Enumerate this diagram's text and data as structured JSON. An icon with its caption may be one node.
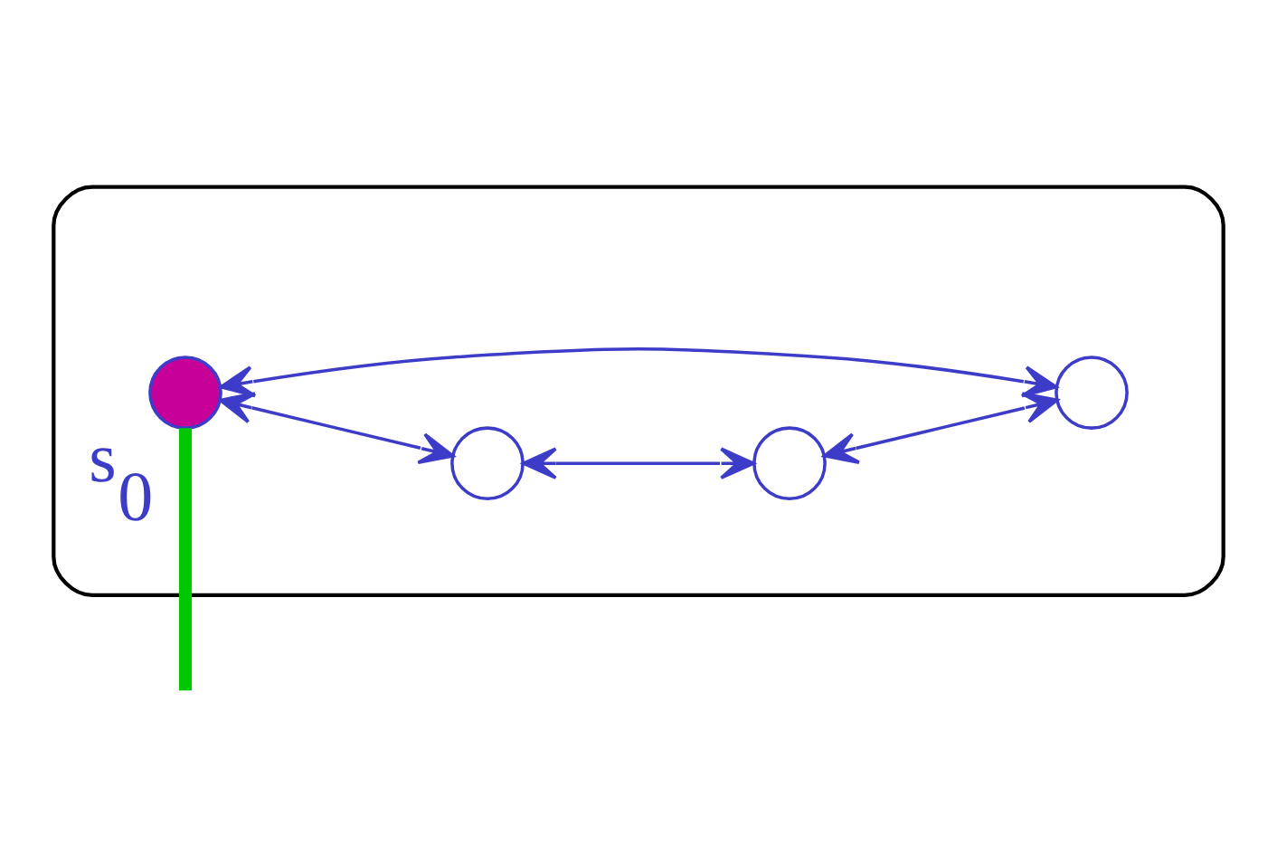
{
  "diagram": {
    "nodes": [
      {
        "text": [],
        "shape": "ellipse"
      },
      {
        "text": [],
        "shape": "circle",
        "in": 0,
        "beside": [
          "s$_{0}$"
        ]
      },
      {
        "text": [],
        "shape": "circle",
        "in": 0
      },
      {
        "text": [],
        "shape": "circle",
        "in": 0
      },
      {
        "text": [],
        "shape": "circle",
        "in": 0
      }
    ],
    "edges": [
      {
        "from": 1,
        "to": 2,
        "arrow": "both"
      },
      {
        "from": 2,
        "to": 3,
        "arrow": "both"
      },
      {
        "from": 3,
        "to": 4,
        "arrow": "both"
      },
      {
        "from": 1,
        "to": 4,
        "arrow": "both"
      },
      {
        "from": 1,
        "to": null,
        "arrow": "none",
        "style": "thick",
        "color": "#00c800"
      }
    ]
  }
}
